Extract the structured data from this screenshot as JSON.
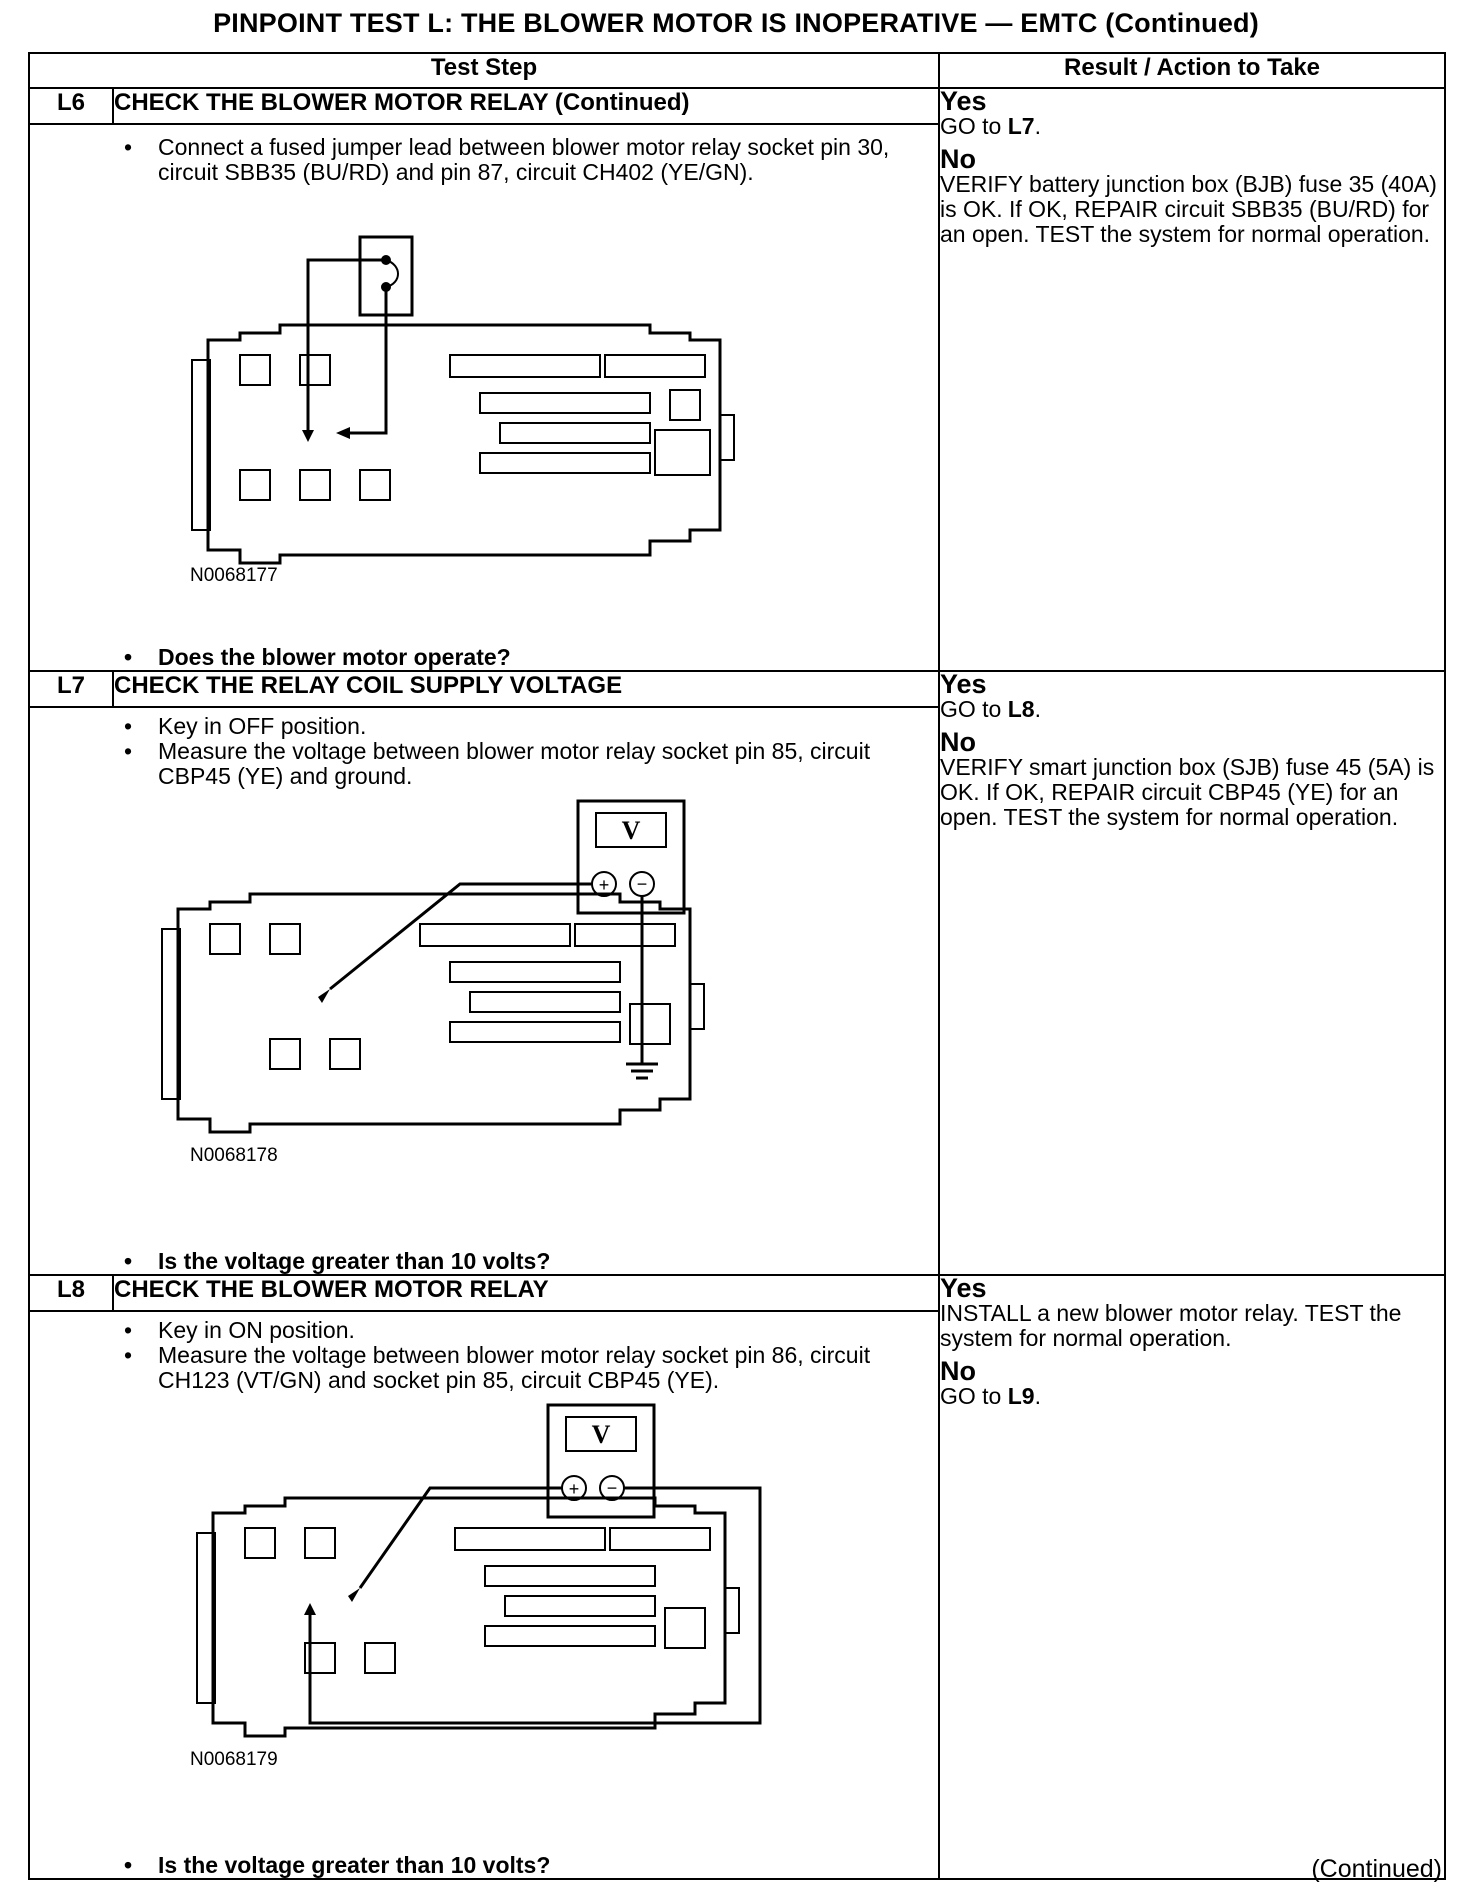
{
  "title": "PINPOINT TEST  L: THE BLOWER MOTOR IS INOPERATIVE — EMTC (Continued)",
  "headers": {
    "test_step": "Test Step",
    "result": "Result / Action to Take"
  },
  "steps": [
    {
      "id": "L6",
      "title": "CHECK THE BLOWER MOTOR RELAY (Continued)",
      "instructions": [
        "Connect a fused jumper lead between blower motor relay socket pin 30, circuit SBB35 (BU/RD) and pin 87, circuit CH402 (YE/GN)."
      ],
      "figure_id": "N0068177",
      "question": "Does the blower motor operate?",
      "yes_label": "Yes",
      "yes_action_pre": "GO to ",
      "yes_action_ref": "L7",
      "yes_action_post": ".",
      "no_label": "No",
      "no_action": "VERIFY battery junction box (BJB) fuse 35 (40A) is OK. If OK, REPAIR circuit SBB35 (BU/RD) for an open. TEST the system for normal operation."
    },
    {
      "id": "L7",
      "title": "CHECK THE RELAY COIL SUPPLY VOLTAGE",
      "instructions": [
        "Key in OFF position.",
        "Measure the voltage between blower motor relay socket pin 85, circuit CBP45 (YE) and ground."
      ],
      "figure_id": "N0068178",
      "meter_label": "V",
      "question": "Is the voltage greater than 10 volts?",
      "yes_label": "Yes",
      "yes_action_pre": "GO to ",
      "yes_action_ref": "L8",
      "yes_action_post": ".",
      "no_label": "No",
      "no_action": "VERIFY smart junction box (SJB) fuse 45 (5A) is OK. If OK, REPAIR circuit CBP45 (YE) for an open. TEST the system for normal operation."
    },
    {
      "id": "L8",
      "title": "CHECK THE BLOWER MOTOR RELAY",
      "instructions": [
        "Key in ON position.",
        "Measure the voltage between blower motor relay socket pin 86, circuit CH123 (VT/GN) and socket pin 85, circuit CBP45 (YE)."
      ],
      "figure_id": "N0068179",
      "meter_label": "V",
      "question": "Is the voltage greater than 10 volts?",
      "yes_label": "Yes",
      "yes_action": "INSTALL a new blower motor relay. TEST the system for normal operation.",
      "no_label": "No",
      "no_action_pre": "GO to ",
      "no_action_ref": "L9",
      "no_action_post": "."
    }
  ],
  "footer": "(Continued)"
}
